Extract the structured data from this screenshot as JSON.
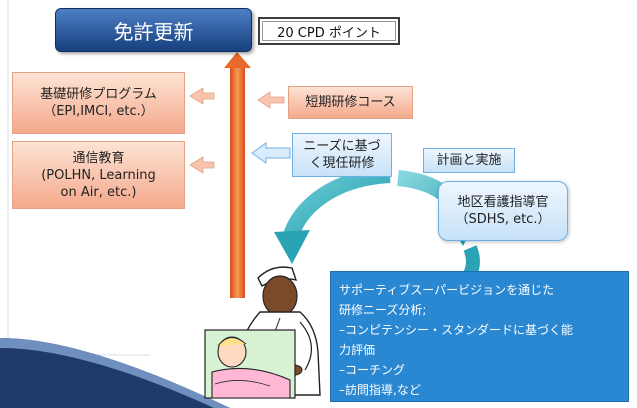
{
  "title": "免許更新",
  "cpd_points": "20 CPD ポイント",
  "basic_training": {
    "line1": "基礎研修プログラム",
    "line2": "（EPI,IMCI, etc.）"
  },
  "distance_education": {
    "line1": "通信教育",
    "line2": "(POLHN, Learning",
    "line3": "on Air, etc.)"
  },
  "short_course": "短期研修コース",
  "needs_training": {
    "line1": "ニーズに基づ",
    "line2": "く現任研修"
  },
  "plan_implement": "計画と実施",
  "district_officer": {
    "line1": "地区看護指導官",
    "line2": "（SDHS, etc.）"
  },
  "analysis": {
    "lines": [
      "サポーティブスーパービジョンを通じた",
      "研修ニーズ分析;",
      "–コンピテンシー・スタンダードに基づく能",
      "力評価",
      "–コーチング",
      "–訪問指導,など"
    ]
  },
  "icons": [
    "nurse-illustration",
    "patient-illustration"
  ],
  "colors": {
    "title_bg": "#2b5ba3",
    "orange_box": "#f8c4ad",
    "blue_box": "#d9ecfb",
    "analysis_bg": "#2a87d2",
    "cycle_arrow": "#3bb4c4",
    "vertical_arrow": "#e4541c"
  }
}
